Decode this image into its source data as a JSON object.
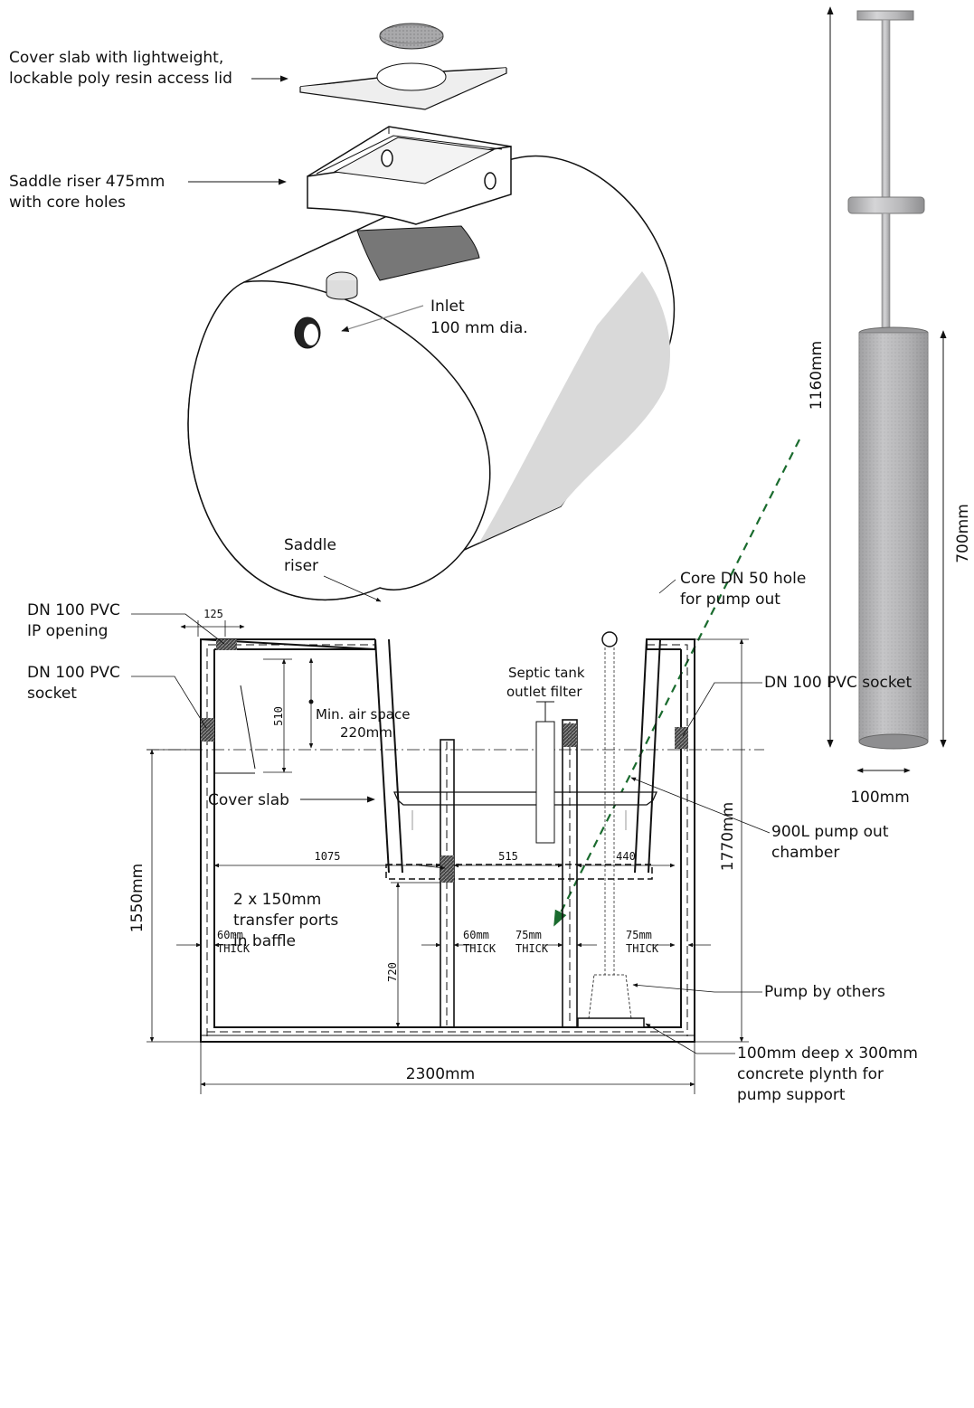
{
  "labels": {
    "cover_slab_lid_1": "Cover slab with lightweight,",
    "cover_slab_lid_2": "lockable poly resin access lid",
    "saddle_riser_1": "Saddle riser 475mm",
    "saddle_riser_2": "with core holes",
    "inlet_1": "Inlet",
    "inlet_2": "100 mm dia.",
    "cover_slab": "Cover slab",
    "saddle_riser_s1": "Saddle",
    "saddle_riser_s2": "riser",
    "core_hole_1": "Core DN 50 hole",
    "core_hole_2": "for pump out",
    "ip_opening_1": "DN 100 PVC",
    "ip_opening_2": "IP opening",
    "socket_left_1": "DN 100 PVC",
    "socket_left_2": "socket",
    "socket_right": "DN 100 PVC socket",
    "filter_1": "Septic tank",
    "filter_2": "outlet filter",
    "air_space_1": "Min. air space",
    "air_space_2": "220mm",
    "transfer_1": "2 x 150mm",
    "transfer_2": "transfer ports",
    "transfer_3": "in baffle",
    "chamber_1": "900L pump out",
    "chamber_2": "chamber",
    "pump": "Pump by others",
    "plynth_1": "100mm deep x 300mm",
    "plynth_2": "concrete plynth for",
    "plynth_3": "pump support"
  },
  "dimensions": {
    "filter_height": "1160mm",
    "filter_screen": "700mm",
    "filter_dia": "100mm",
    "d125": "125",
    "d510": "510",
    "d1075": "1075",
    "d515": "515",
    "d440": "440",
    "d720": "720",
    "thick1": "60mm",
    "thick2": "60mm",
    "thick3": "75mm",
    "thick4": "75mm",
    "thick_word": "THICK",
    "height_1550": "1550mm",
    "height_1770": "1770mm",
    "width_2300": "2300mm"
  },
  "colors": {
    "tank_shade": "#d9d9d9",
    "guide_dashed": "#1a6b2e",
    "hatch": "#555555"
  }
}
